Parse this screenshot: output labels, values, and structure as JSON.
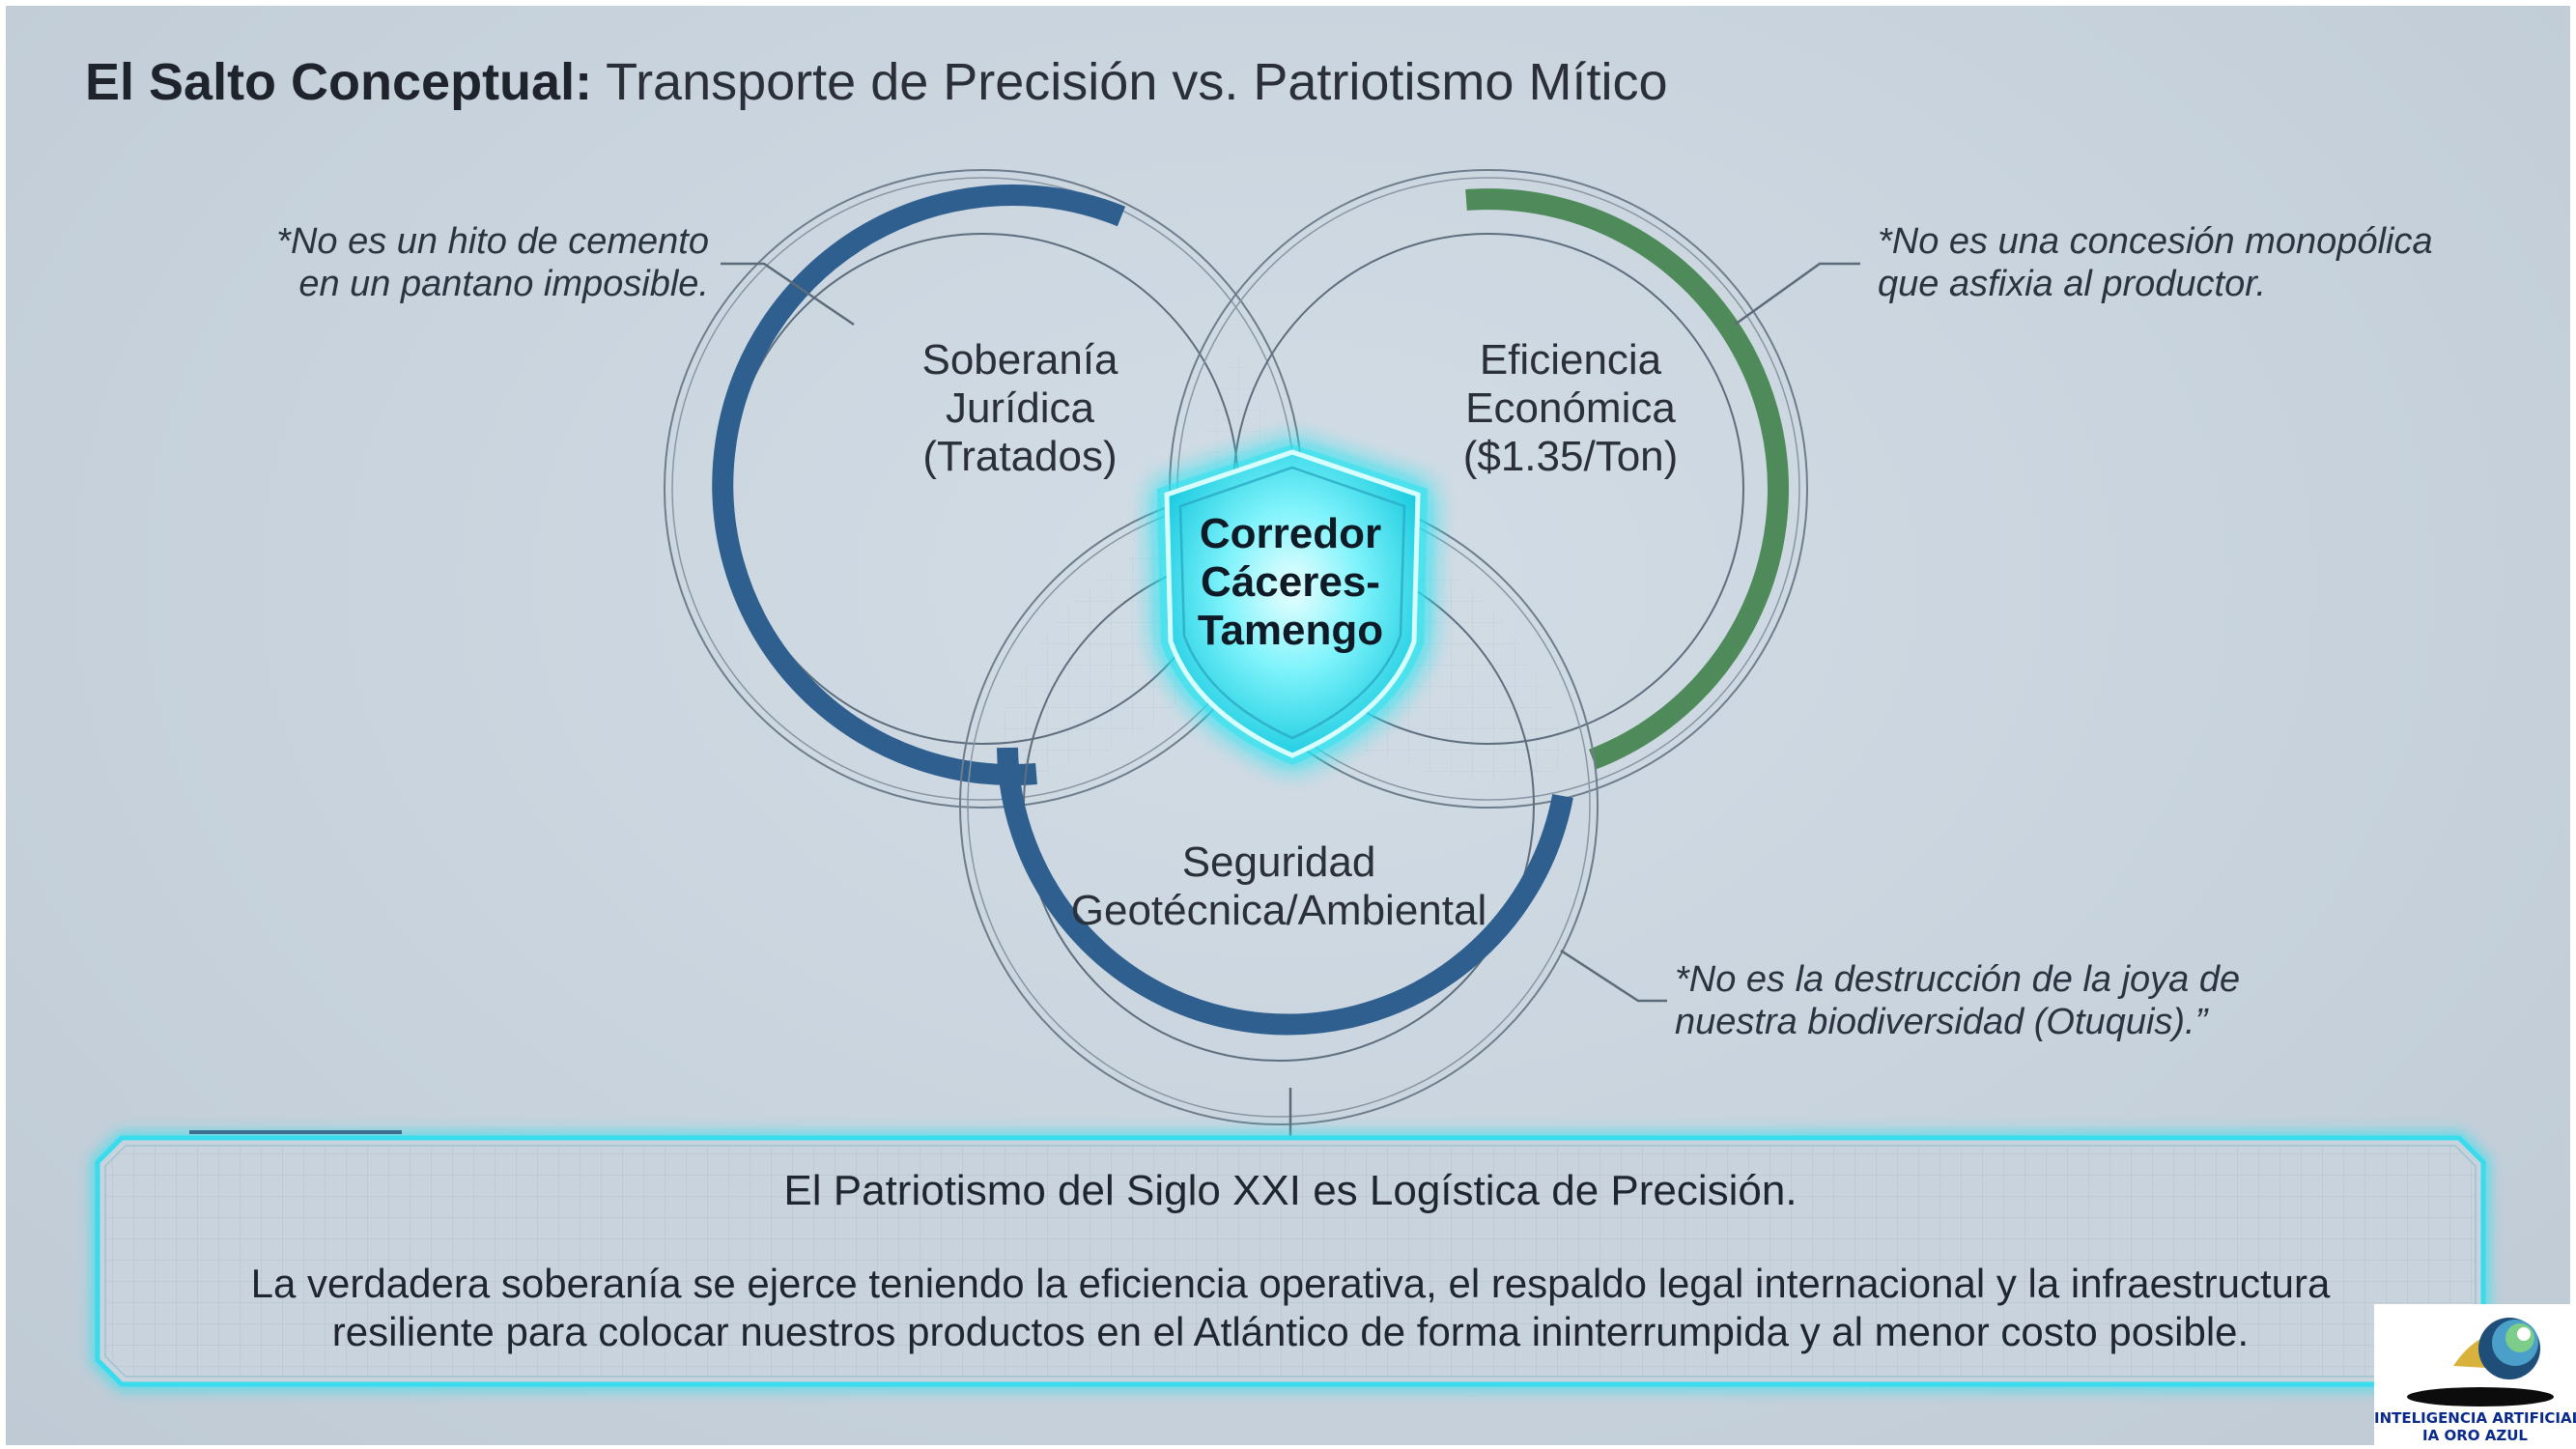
{
  "title": {
    "bold": "El Salto Conceptual:",
    "rest": " Transporte de Precisión vs. Patriotismo Mítico"
  },
  "venn": {
    "left": {
      "label": "Soberanía\nJurídica\n(Tratados)",
      "ring_color": "#2e5f8f"
    },
    "right": {
      "label": "Eficiencia\nEconómica\n($1.35/Ton)",
      "ring_color": "#4e8a5a"
    },
    "bottom": {
      "label": "Seguridad\nGeotécnica/Ambiental",
      "ring_color": "#2e5f8f"
    },
    "center": {
      "label": "Corredor\nCáceres-\nTamengo",
      "glow_color": "#22e4f2"
    }
  },
  "notes": {
    "top_left": "*No es un hito de cemento\nen un pantano imposible.",
    "top_right": "*No es una concesión monopólica\nque asfixia al productor.",
    "bottom_right": "*No es la destrucción de la joya de\nnuestra biodiversidad (Otuquis).”"
  },
  "banner": {
    "heading": "El Patriotismo del Siglo XXI es Logística de Precisión.",
    "body": "La verdadera soberanía se ejerce teniendo la eficiencia operativa, el respaldo legal internacional y la infraestructura\nresiliente para colocar nuestros productos en el Atlántico de forma ininterrumpida y al menor costo posible.",
    "glow_color": "#2fe0f0"
  },
  "logo": {
    "line1": "INTELIGENCIA ARTIFICIAL",
    "line2": "IA ORO AZUL"
  }
}
